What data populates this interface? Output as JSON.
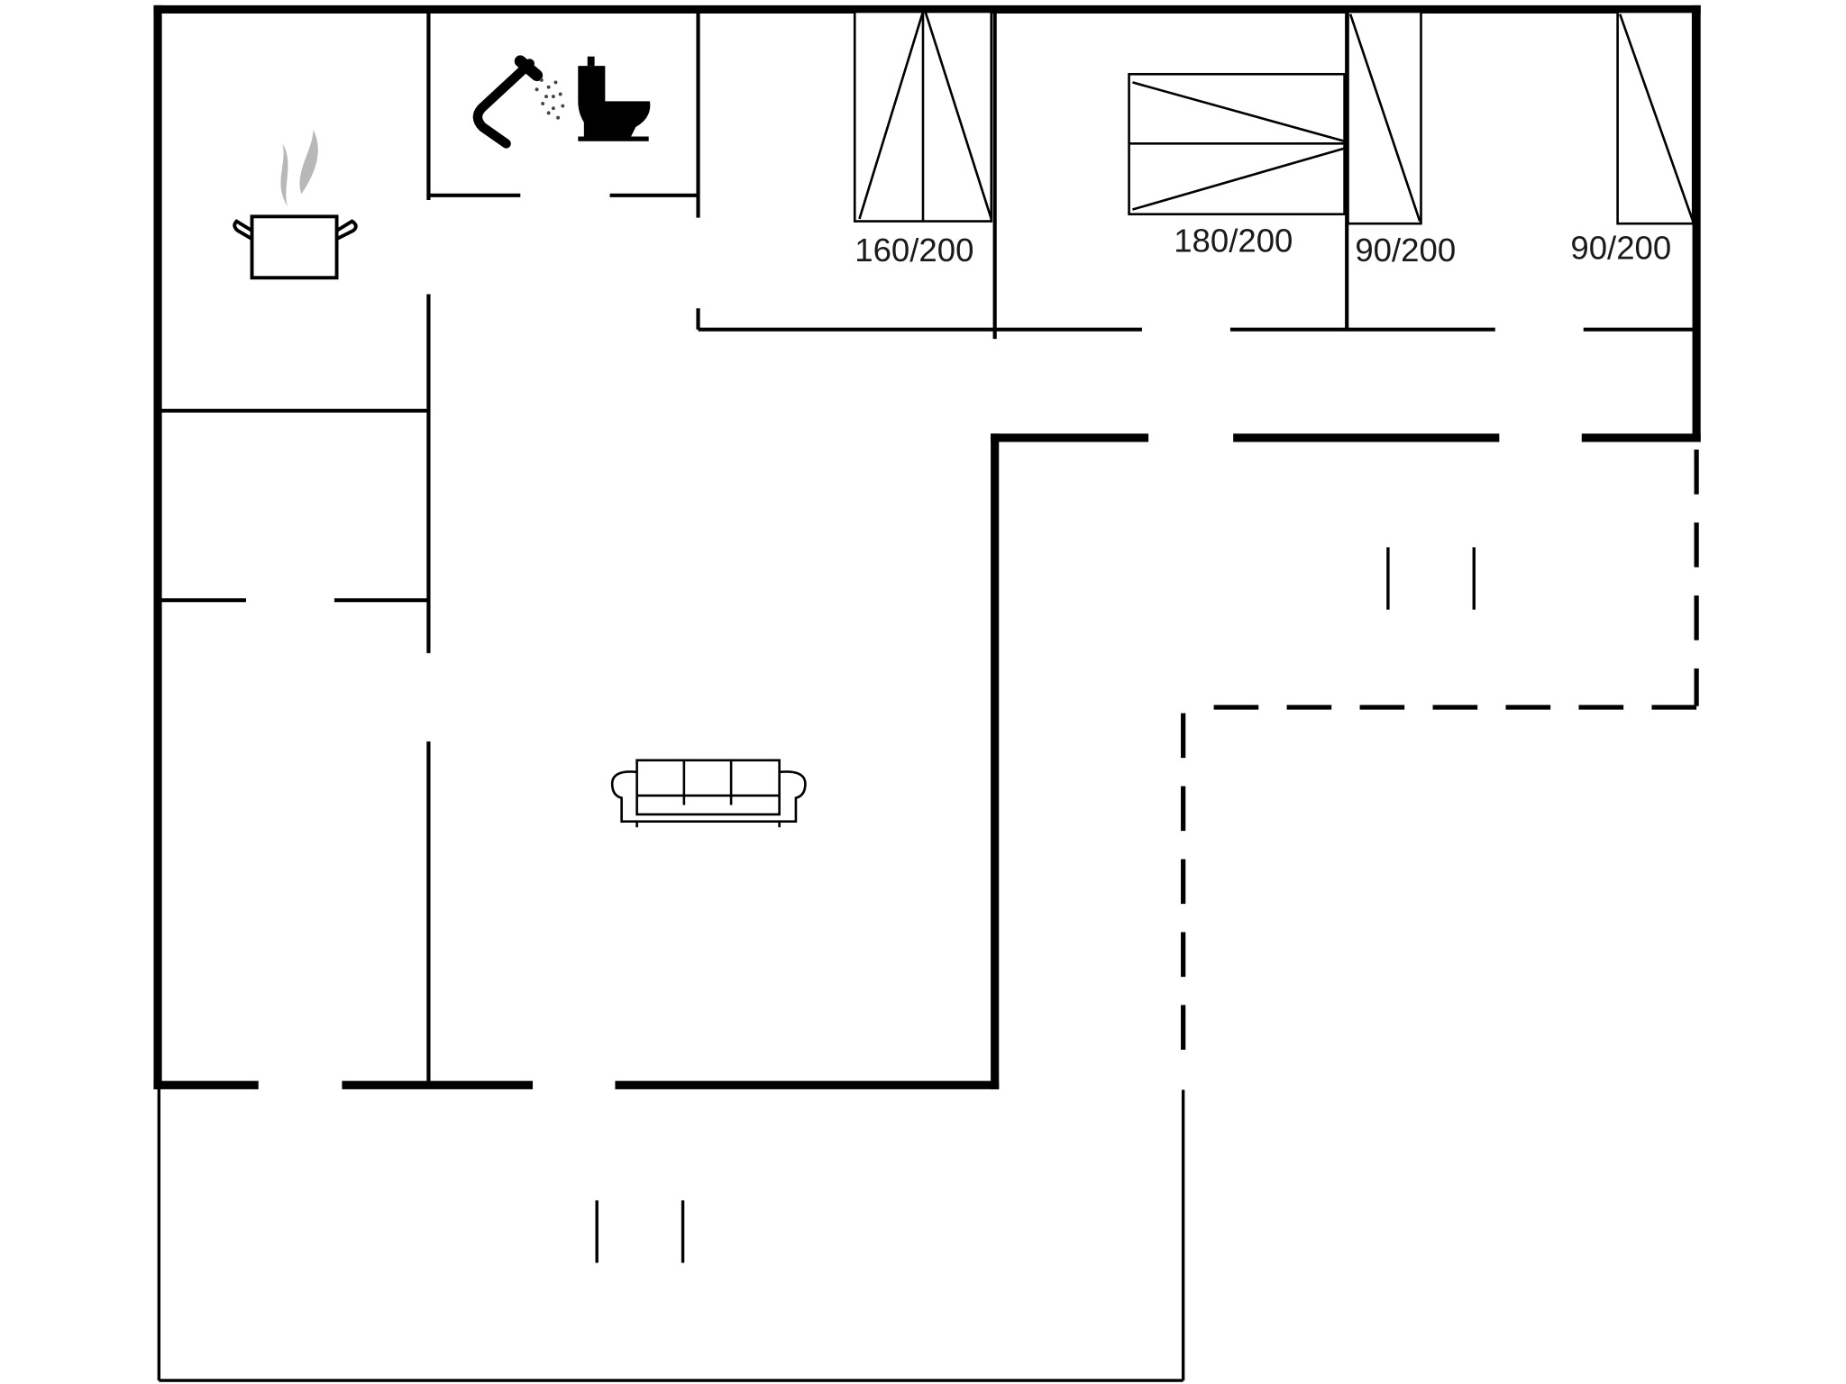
{
  "floorplan": {
    "title": "",
    "colors": {
      "wall": "#000000",
      "background": "#ffffff",
      "steam": "#b8b8b8",
      "label": "#1a1a1a"
    },
    "beds": [
      {
        "label": "160/200",
        "type": "double"
      },
      {
        "label": "180/200",
        "type": "double"
      },
      {
        "label": "90/200",
        "type": "single"
      },
      {
        "label": "90/200",
        "type": "single"
      }
    ],
    "icons": {
      "kitchen": "cooking-pot-icon",
      "shower": "shower-icon",
      "toilet": "toilet-icon",
      "sofa": "sofa-icon"
    },
    "terraces": [
      {
        "name": "terrace-east",
        "boundary": "dashed"
      },
      {
        "name": "terrace-south",
        "boundary": "solid-thin"
      }
    ]
  }
}
